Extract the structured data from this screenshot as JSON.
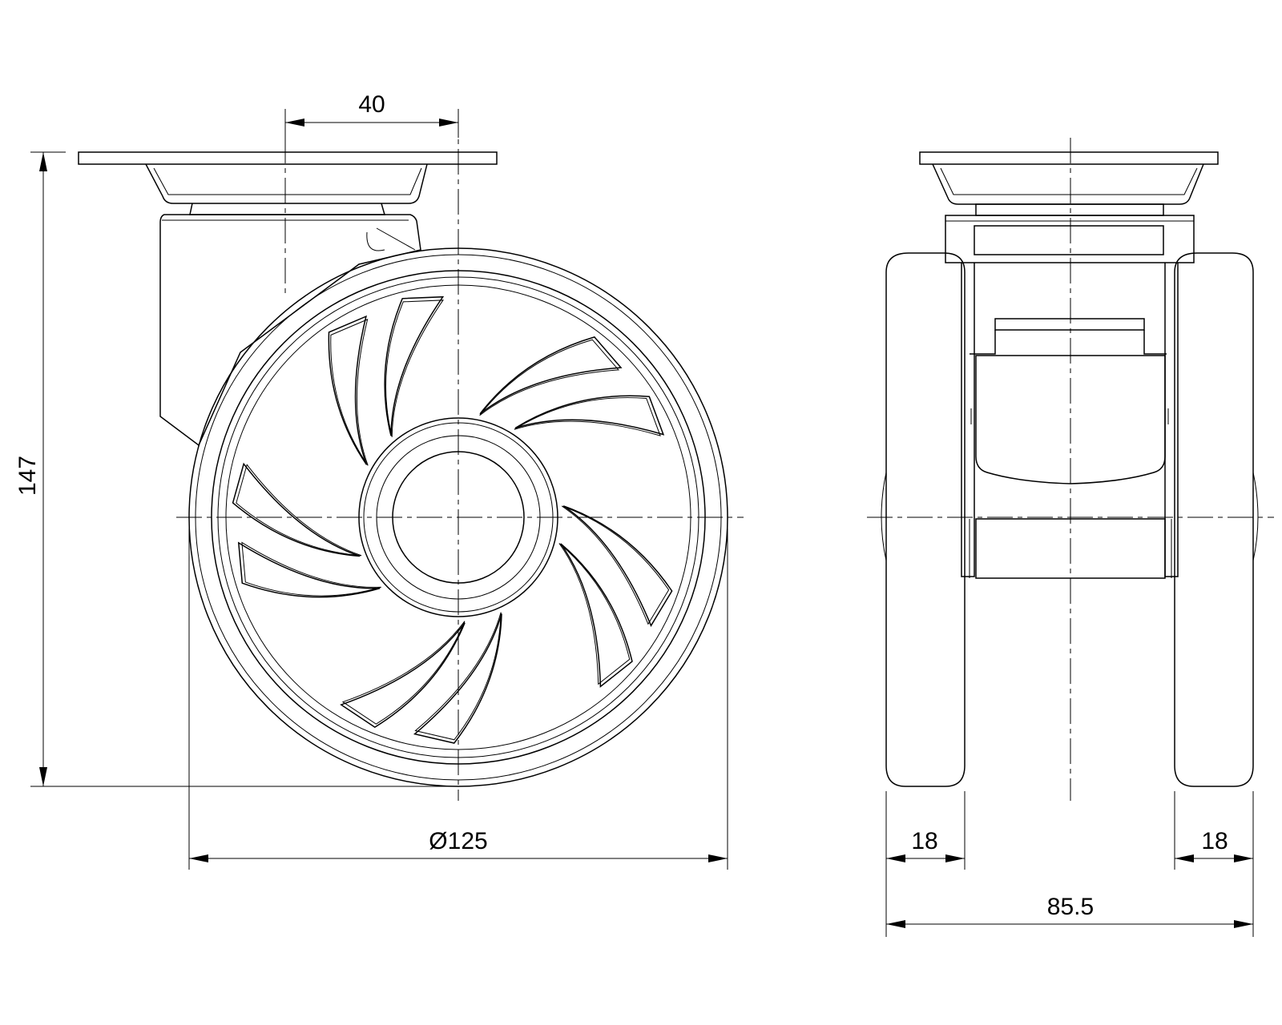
{
  "dimensions": {
    "offset": "40",
    "height": "147",
    "diameter": "Ø125",
    "left_wheel_width": "18",
    "right_wheel_width": "18",
    "overall_width": "85.5"
  },
  "colors": {
    "line": "#000000",
    "background": "#ffffff"
  }
}
